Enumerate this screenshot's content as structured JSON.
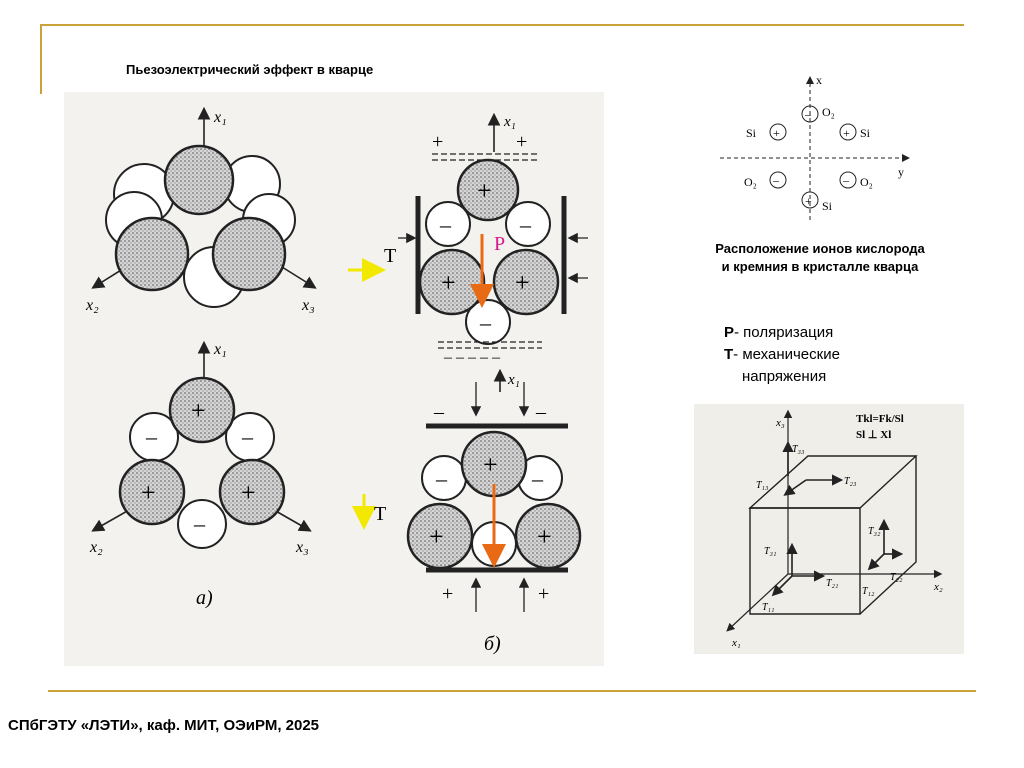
{
  "title": "Пьезоэлектрический эффект в кварце",
  "caption_lines": [
    "Расположение ионов кислорода",
    "и кремния в кристалле кварца"
  ],
  "legend": {
    "p_key": "Р",
    "p_text": "- поляризация",
    "t_key": "Т",
    "t_text": "- механические",
    "t_text2": "напряжения"
  },
  "footer": "СПбГЭТУ «ЛЭТИ», каф. МИТ, ОЭиРМ, 2025",
  "labels": {
    "x1": "x₁",
    "x2": "x₂",
    "x3": "x₃",
    "a": "а)",
    "b": "б)",
    "T": "T",
    "P": "P",
    "x": "x",
    "y": "y",
    "O2": "O₂",
    "Si": "Si",
    "tensor_formula1": "Tkl=Fk/Sl",
    "tensor_formula2": "Sl ⊥ Xl",
    "T33": "T₃₃",
    "T13": "T₁₃",
    "T23": "T₂₃",
    "T32": "T₃₂",
    "T31": "T₃₁",
    "T21": "T₂₁",
    "T22": "T₂₂",
    "T12": "T₁₂",
    "T11": "T₁₁"
  },
  "colors": {
    "accent": "#c9a33a",
    "polarization": "#e86a14",
    "stress_arrow": "#f2e800",
    "p_label": "#d81a8c"
  }
}
